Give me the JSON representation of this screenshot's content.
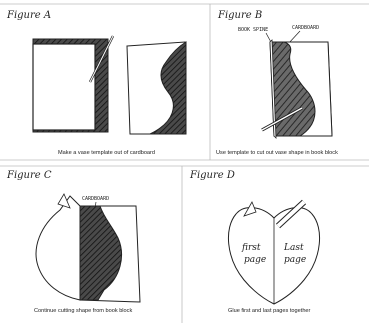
{
  "panels": {
    "a": {
      "title": "Figure A",
      "caption": "Make a vase template out of cardboard"
    },
    "b": {
      "title": "Figure B",
      "label_book_spine": "BOOK SPINE",
      "label_cardboard": "CARDBOARD",
      "caption": "Use template to cut out vase shape in book block"
    },
    "c": {
      "title": "Figure C",
      "label_cardboard": "CARDBOARD",
      "caption": "Continue cutting shape from book block"
    },
    "d": {
      "title": "Figure D",
      "first_page_1": "first",
      "first_page_2": "page",
      "last_page_1": "Last",
      "last_page_2": "page",
      "caption": "Glue first and last pages together"
    }
  },
  "colors": {
    "ink": "#222222",
    "hatch": "#3a3a3a",
    "paper": "#ffffff",
    "frame": "#9a9a9a"
  }
}
